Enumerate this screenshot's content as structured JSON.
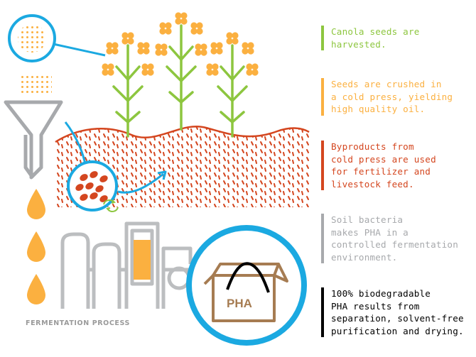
{
  "steps": [
    {
      "text": "Canola seeds are\nharvested.",
      "color": "#8dc63f"
    },
    {
      "text": "Seeds are crushed in\na cold press, yielding\nhigh quality oil.",
      "color": "#fbb040"
    },
    {
      "text": "Byproducts from\ncold press are used\nfor fertilizer and\nlivestock feed.",
      "color": "#d4461f"
    },
    {
      "text": "Soil bacteria\nmakes PHA in a\ncontrolled fermentation\nenvironment.",
      "color": "#a7a9ac"
    },
    {
      "text": "100% biodegradable\nPHA results from\nseparation, solvent-free\npurification and drying.",
      "color": "#000000"
    }
  ],
  "process_label": "FERMENTATION PROCESS",
  "box_label": "PHA",
  "colors": {
    "circle_blue": "#1ba9e1",
    "stem_green": "#8dc63f",
    "flower_yellow": "#fbb040",
    "soil_red": "#d4461f",
    "machine_gray": "#bcbec0",
    "box_brown": "#a67c52"
  }
}
